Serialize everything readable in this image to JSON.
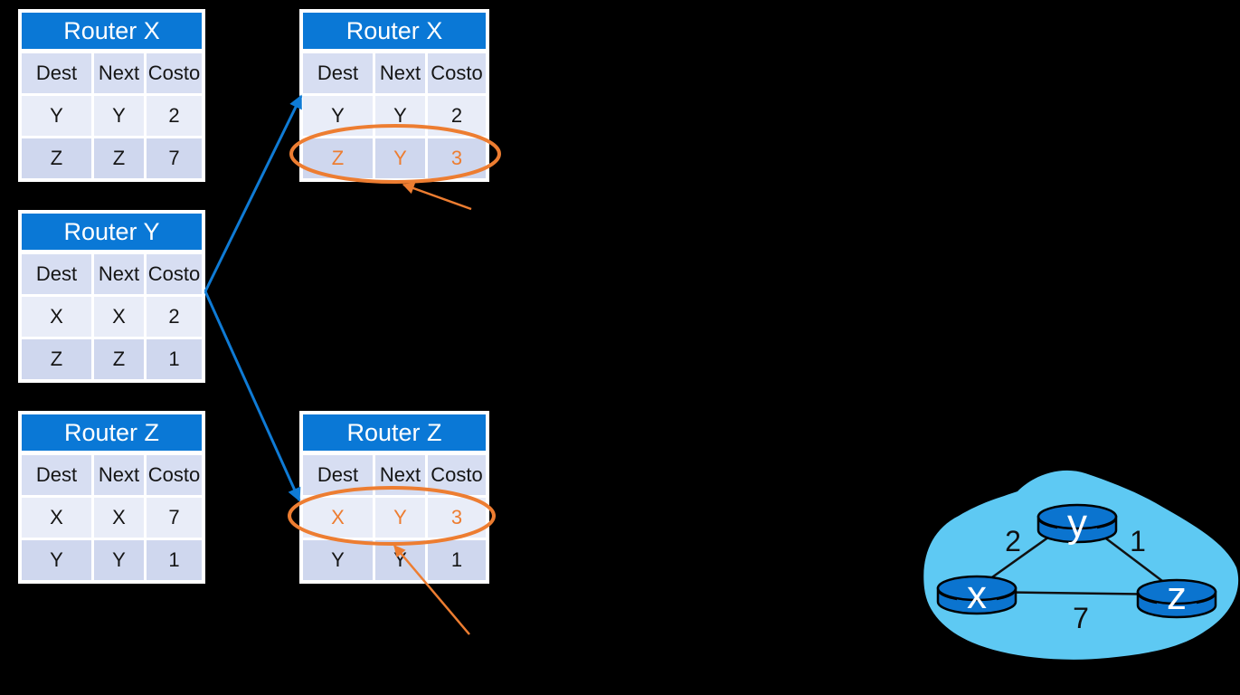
{
  "colors": {
    "canvas_bg": "#000000",
    "table_border": "#ffffff",
    "title_blue": "#0a78d6",
    "header_cell": "#d7def2",
    "row_light": "#e9edf8",
    "row_dark": "#cfd7ee",
    "cell_text": "#151515",
    "highlight_orange": "#ed7d31",
    "arrow_blue": "#0f7bd5",
    "cloud_fill": "#5ec9f3",
    "router_fill": "#0b74cf",
    "router_stroke": "#000000",
    "link_stroke": "#111111"
  },
  "tables": [
    {
      "name": "router-x-initial",
      "title": "Router X",
      "headers": [
        "Dest",
        "Next",
        "Costo"
      ],
      "rows": [
        [
          "Y",
          "Y",
          "2"
        ],
        [
          "Z",
          "Z",
          "7"
        ]
      ]
    },
    {
      "name": "router-y-initial",
      "title": "Router Y",
      "headers": [
        "Dest",
        "Next",
        "Costo"
      ],
      "rows": [
        [
          "X",
          "X",
          "2"
        ],
        [
          "Z",
          "Z",
          "1"
        ]
      ]
    },
    {
      "name": "router-z-initial",
      "title": "Router Z",
      "headers": [
        "Dest",
        "Next",
        "Costo"
      ],
      "rows": [
        [
          "X",
          "X",
          "7"
        ],
        [
          "Y",
          "Y",
          "1"
        ]
      ]
    },
    {
      "name": "router-x-updated",
      "title": "Router X",
      "headers": [
        "Dest",
        "Next",
        "Costo"
      ],
      "rows": [
        [
          "Y",
          "Y",
          "2"
        ],
        [
          "Z",
          "Y",
          "3"
        ]
      ],
      "highlighted_row": 1
    },
    {
      "name": "router-z-updated",
      "title": "Router Z",
      "headers": [
        "Dest",
        "Next",
        "Costo"
      ],
      "rows": [
        [
          "X",
          "Y",
          "3"
        ],
        [
          "Y",
          "Y",
          "1"
        ]
      ],
      "highlighted_row": 0
    }
  ],
  "topology": {
    "nodes": [
      {
        "label": "x"
      },
      {
        "label": "y"
      },
      {
        "label": "z"
      }
    ],
    "links": [
      {
        "between": "x-y",
        "cost": "2"
      },
      {
        "between": "y-z",
        "cost": "1"
      },
      {
        "between": "x-z",
        "cost": "7"
      }
    ]
  }
}
